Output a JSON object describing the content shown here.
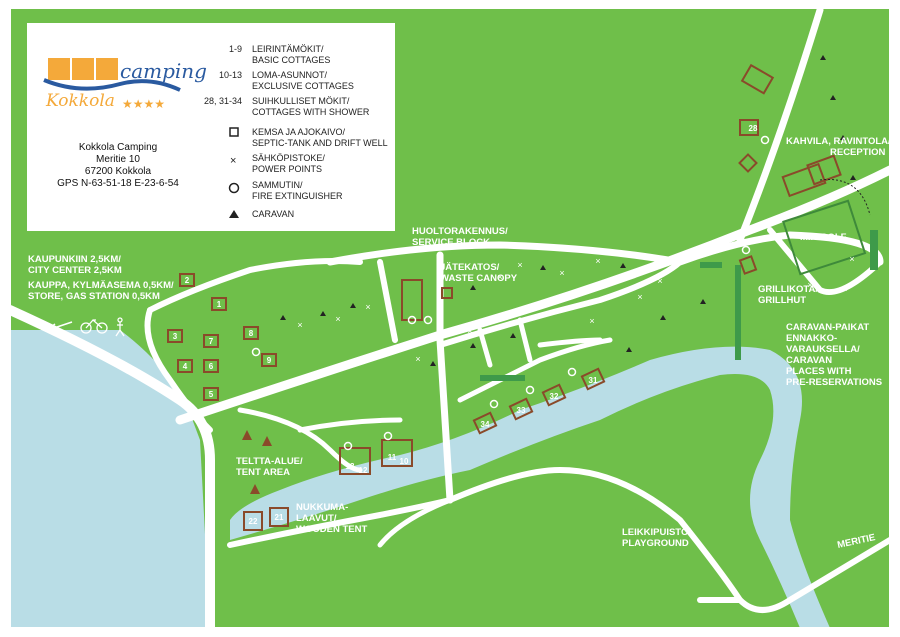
{
  "brand": {
    "name_part1": "Kokkola",
    "name_part2": "camping",
    "stars": "★★★★"
  },
  "address": {
    "line1": "Kokkola Camping",
    "line2": "Meritie 10",
    "line3": "67200 Kokkola",
    "line4": "GPS N-63-51-18 E-23-6-54"
  },
  "legend": [
    {
      "num": "1-9",
      "fi": "LEIRINTÄMÖKIT/",
      "en": "BASIC COTTAGES"
    },
    {
      "num": "10-13",
      "fi": "LOMA-ASUNNOT/",
      "en": "EXCLUSIVE COTTAGES"
    },
    {
      "num": "28, 31-34",
      "fi": "SUIHKULLISET MÖKIT/",
      "en": "COTTAGES WITH SHOWER"
    },
    {
      "num": "",
      "fi": "KEMSA JA AJOKAIVO/",
      "en": "SEPTIC-TANK AND DRIFT WELL"
    },
    {
      "num": "",
      "fi": "SÄHKÖPISTOKE/",
      "en": "POWER POINTS"
    },
    {
      "num": "",
      "fi": "SAMMUTIN/",
      "en": "FIRE EXTINGUISHER"
    },
    {
      "num": "",
      "fi": "CARAVAN",
      "en": ""
    }
  ],
  "labels": {
    "service_fi": "HUOLTORAKENNUS/",
    "service_en": "SERVICE BLOCK",
    "waste_fi": "JÄTEKATOS/",
    "waste_en": "WASTE CANOPY",
    "city_fi": "KAUPUNKIIN 2,5KM/",
    "city_en": "CITY CENTER 2,5KM",
    "store_fi": "KAUPPA, KYLMÄASEMA 0,5KM/",
    "store_en": "STORE, GAS STATION 0,5KM",
    "reception_fi": "KAHVILA, RAVINTOLA/",
    "reception_en": "RECEPTION",
    "minigolf": "MINIGOLF",
    "grill_fi": "GRILLIKOTA/",
    "grill_en": "GRILLHUT",
    "caravan_1": "CARAVAN-PAIKAT",
    "caravan_2": "ENNAKKO-",
    "caravan_3": "VARAUKSELLA/",
    "caravan_4": "CARAVAN",
    "caravan_5": "PLACES WITH",
    "caravan_6": "PRE-RESERVATIONS",
    "tent_fi": "TELTTA-ALUE/",
    "tent_en": "TENT AREA",
    "wooden_1": "NUKKUMA-",
    "wooden_2": "LAAVUT/",
    "wooden_3": "WOODEN TENT",
    "playground_fi": "LEIKKIPUISTO/",
    "playground_en": "PLAYGROUND",
    "street": "MERITIE"
  },
  "cottage_numbers": {
    "c1": "1",
    "c2": "2",
    "c3": "3",
    "c4": "4",
    "c5": "5",
    "c6": "6",
    "c7": "7",
    "c8": "8",
    "c9": "9",
    "c10": "10",
    "c11": "11",
    "c12": "12",
    "c13": "13",
    "c21": "21",
    "c22": "22",
    "c28": "28",
    "c31": "31",
    "c32": "32",
    "c33": "33",
    "c34": "34"
  },
  "colors": {
    "grass": "#6fbf4a",
    "water": "#b9dde6",
    "road": "#ffffff",
    "cottage": "#8a4a2a",
    "hedge": "#3e9a4a",
    "legend_bg": "#ffffff"
  }
}
